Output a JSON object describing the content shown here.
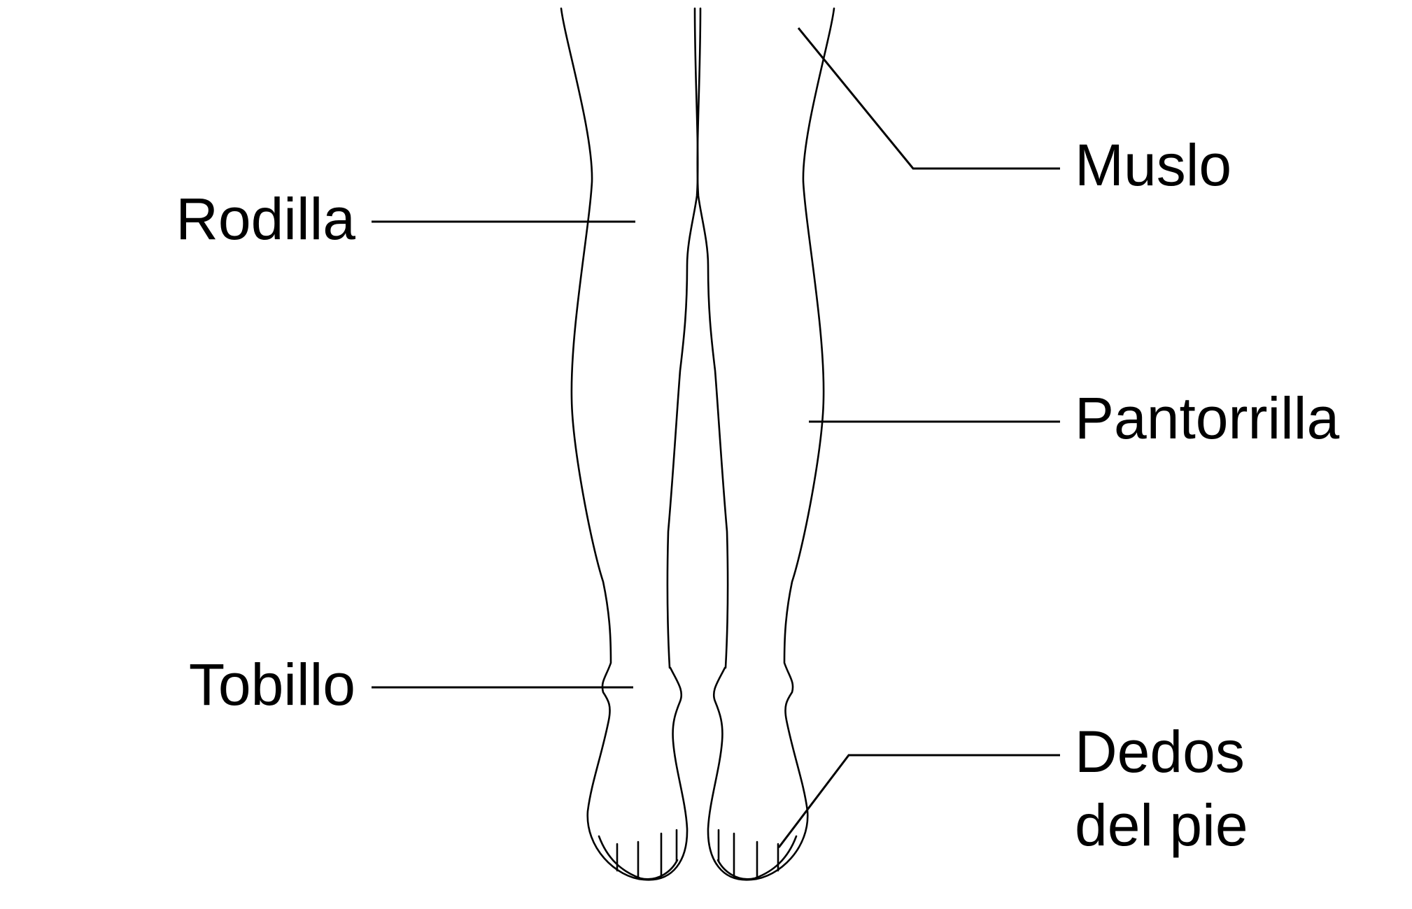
{
  "labels": {
    "rodilla": "Rodilla",
    "tobillo": "Tobillo",
    "muslo": "Muslo",
    "pantorrilla": "Pantorrilla",
    "dedos_line1": "Dedos",
    "dedos_line2": "del pie"
  }
}
